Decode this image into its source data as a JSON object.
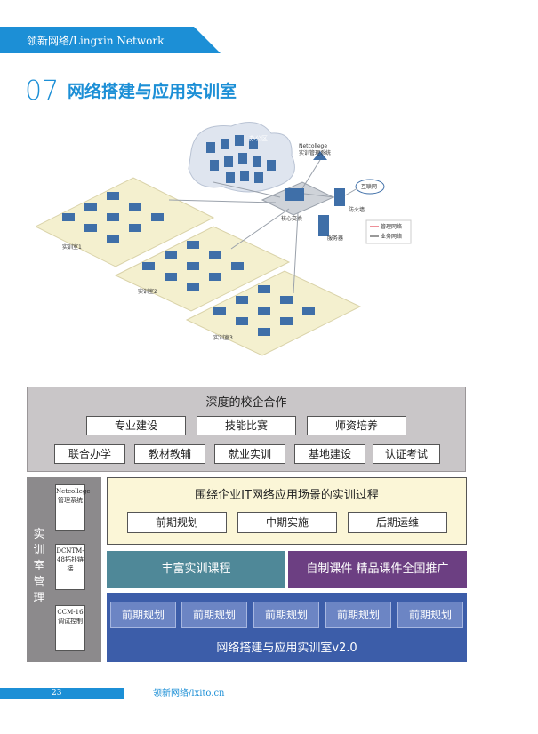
{
  "header": {
    "brand": "领新网络/Lingxin Network"
  },
  "section": {
    "number": "07",
    "title": "网络搭建与应用实训室"
  },
  "diagram": {
    "labels": {
      "office": "办公区",
      "netcollege": "Netcollege",
      "netcollege_sub": "实训管理系统",
      "internet": "互联网",
      "firewall": "防火墙",
      "core": "核心交换",
      "server": "服务器",
      "legend_mgmt": "管理网络",
      "legend_biz": "业务网络",
      "room1": "实训室1",
      "room2": "实训室2",
      "room3": "实训室3"
    }
  },
  "cooperation": {
    "title": "深度的校企合作",
    "row1": [
      "专业建设",
      "技能比赛",
      "师资培养"
    ],
    "row2": [
      "联合办学",
      "教材教辅",
      "就业实训",
      "基地建设",
      "认证考试"
    ]
  },
  "management": {
    "label": "实训室管理",
    "items": [
      "Netcollege管理系统",
      "DCNTM-48拓扑链接",
      "CCM-16调试控制"
    ]
  },
  "process": {
    "title": "围绕企业IT网络应用场景的实训过程",
    "steps": [
      "前期规划",
      "中期实施",
      "后期运维"
    ]
  },
  "courses": {
    "label": "丰富实训课程"
  },
  "promotion": {
    "label": "自制课件 精品课件全国推广"
  },
  "lab": {
    "modules": [
      "前期规划",
      "前期规划",
      "前期规划",
      "前期规划",
      "前期规划"
    ],
    "title": "网络搭建与应用实训室v2.0"
  },
  "footer": {
    "page": "23",
    "site": "领新网络/lxito.cn"
  },
  "colors": {
    "accent": "#1c8fd6",
    "coop_bg": "#c9c6c8",
    "mgmt_bg": "#8c8a8c",
    "process_bg": "#fbf6d7",
    "course_bg": "#4f8898",
    "promo_bg": "#6c3f82",
    "lab_bg": "#3c5da9",
    "plan_bg": "#6c85c4"
  }
}
